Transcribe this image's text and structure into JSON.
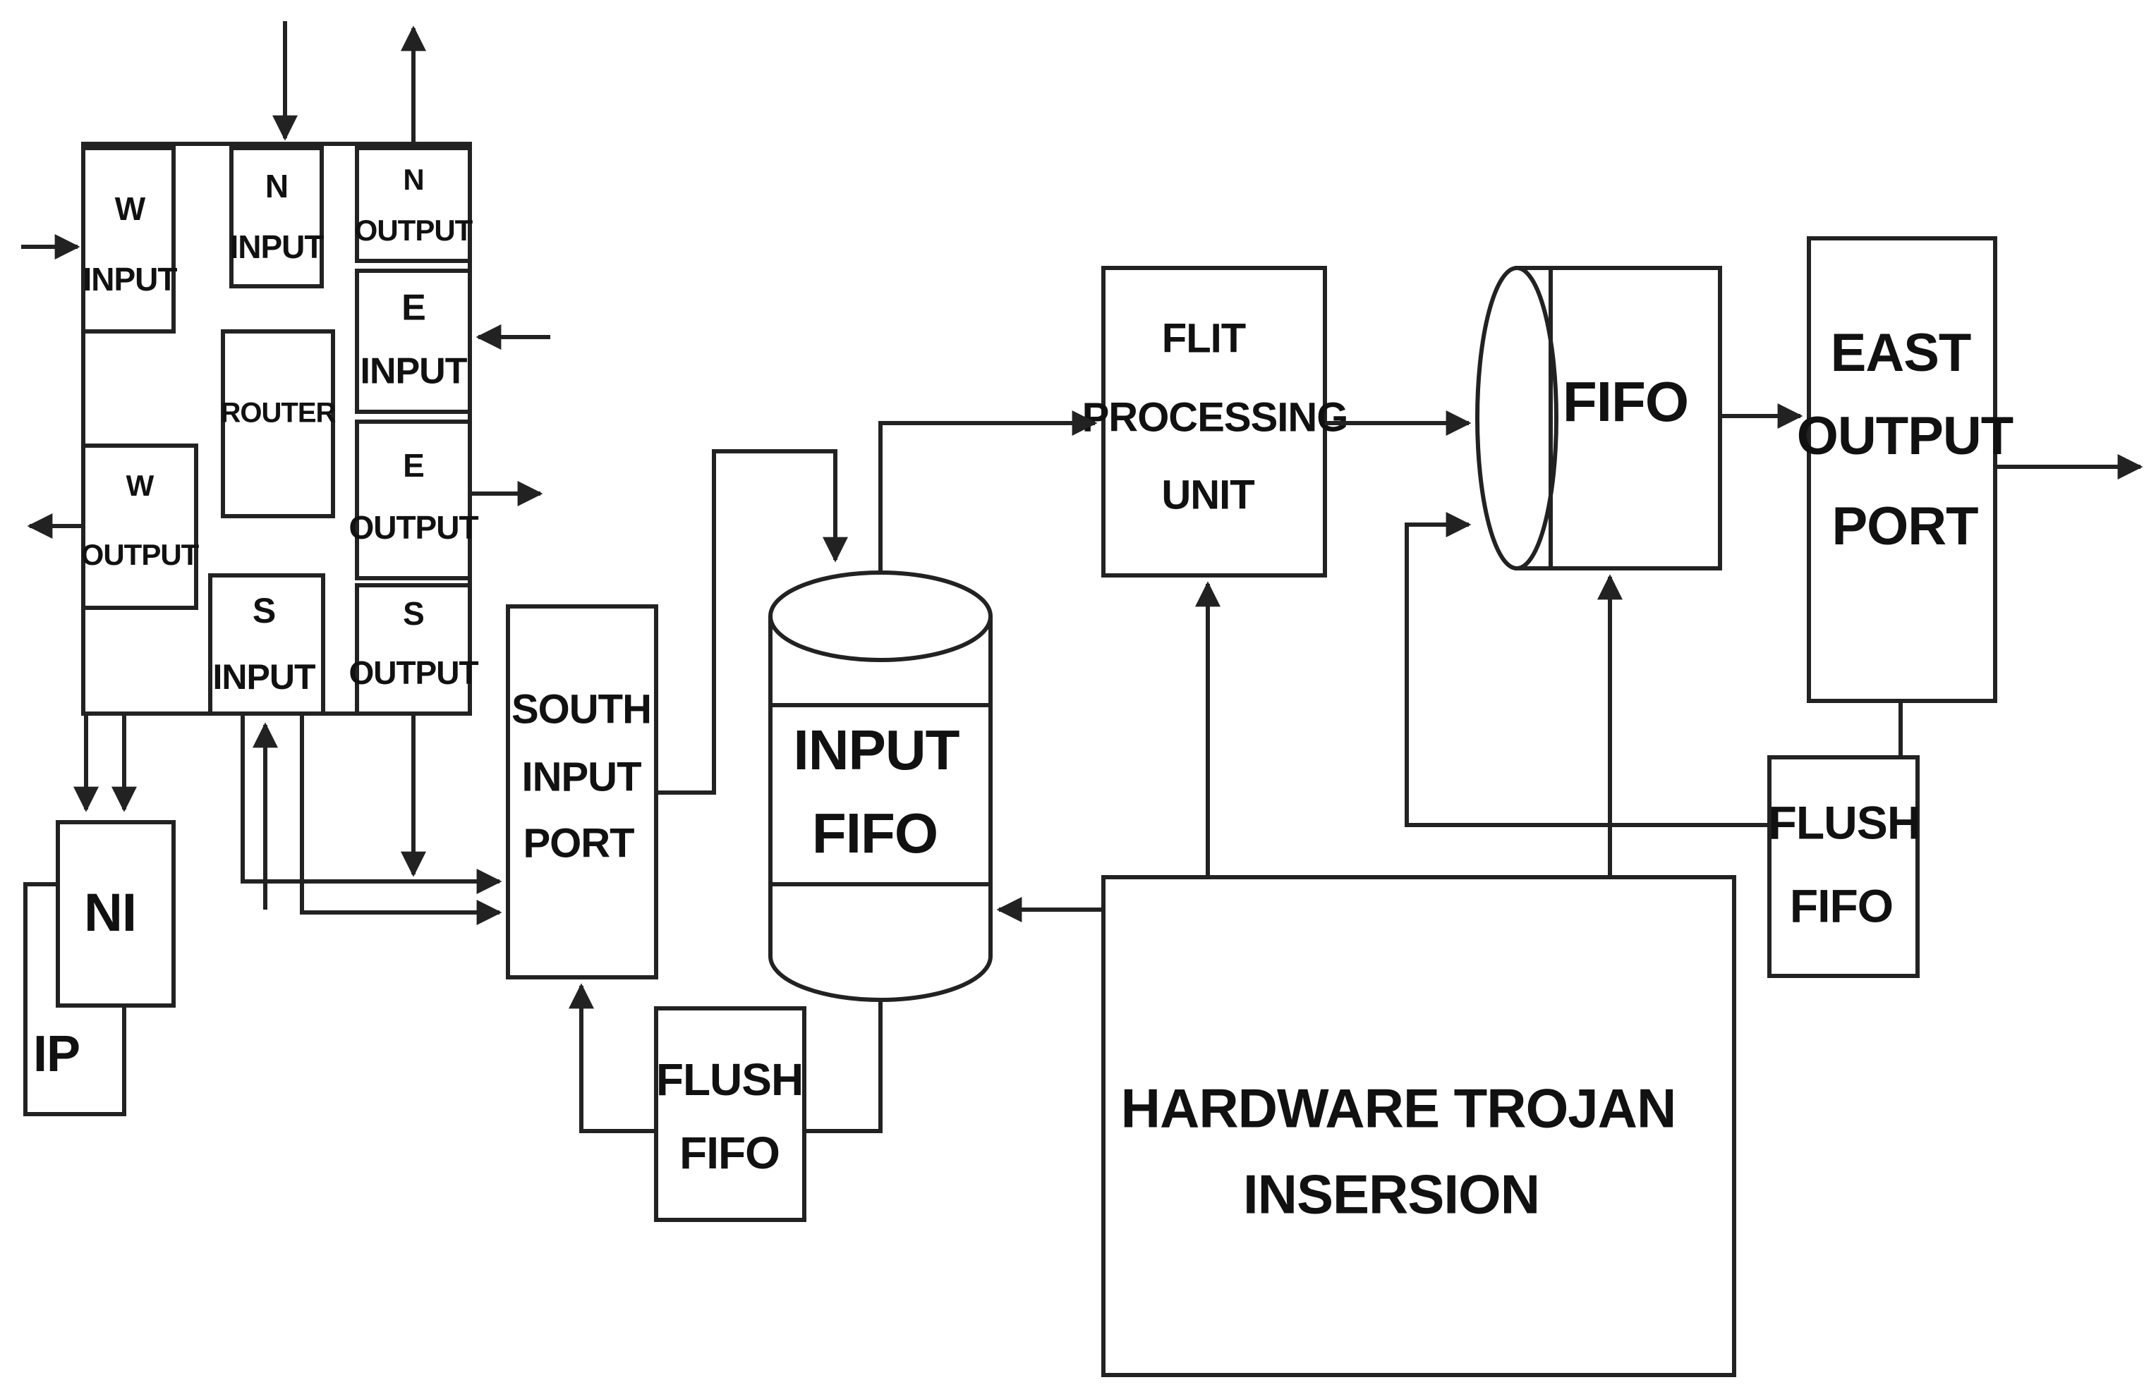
{
  "diagram": {
    "router_block": {
      "w_input": [
        "W",
        "INPUT"
      ],
      "n_input": [
        "N",
        "INPUT"
      ],
      "n_output": [
        "N",
        "OUTPUT"
      ],
      "e_input": [
        "E",
        "INPUT"
      ],
      "router": "ROUTER",
      "e_output": [
        "E",
        "OUTPUT"
      ],
      "w_output": [
        "W",
        "OUTPUT"
      ],
      "s_input": [
        "S",
        "INPUT"
      ],
      "s_output": [
        "S",
        "OUTPUT"
      ]
    },
    "ni": "NI",
    "ip": "IP",
    "south_input_port": [
      "SOUTH",
      "INPUT",
      "PORT"
    ],
    "input_fifo": [
      "INPUT",
      "FIFO"
    ],
    "flush_fifo_left": [
      "FLUSH",
      "FIFO"
    ],
    "flit_processing_unit": [
      "FLIT",
      "PROCESSING",
      "UNIT"
    ],
    "fifo": "FIFO",
    "east_output_port": [
      "EAST",
      "OUTPUT",
      "PORT"
    ],
    "flush_fifo_right": [
      "FLUSH",
      "FIFO"
    ],
    "hardware_trojan": [
      "HARDWARE TROJAN",
      "INSERSION"
    ]
  }
}
